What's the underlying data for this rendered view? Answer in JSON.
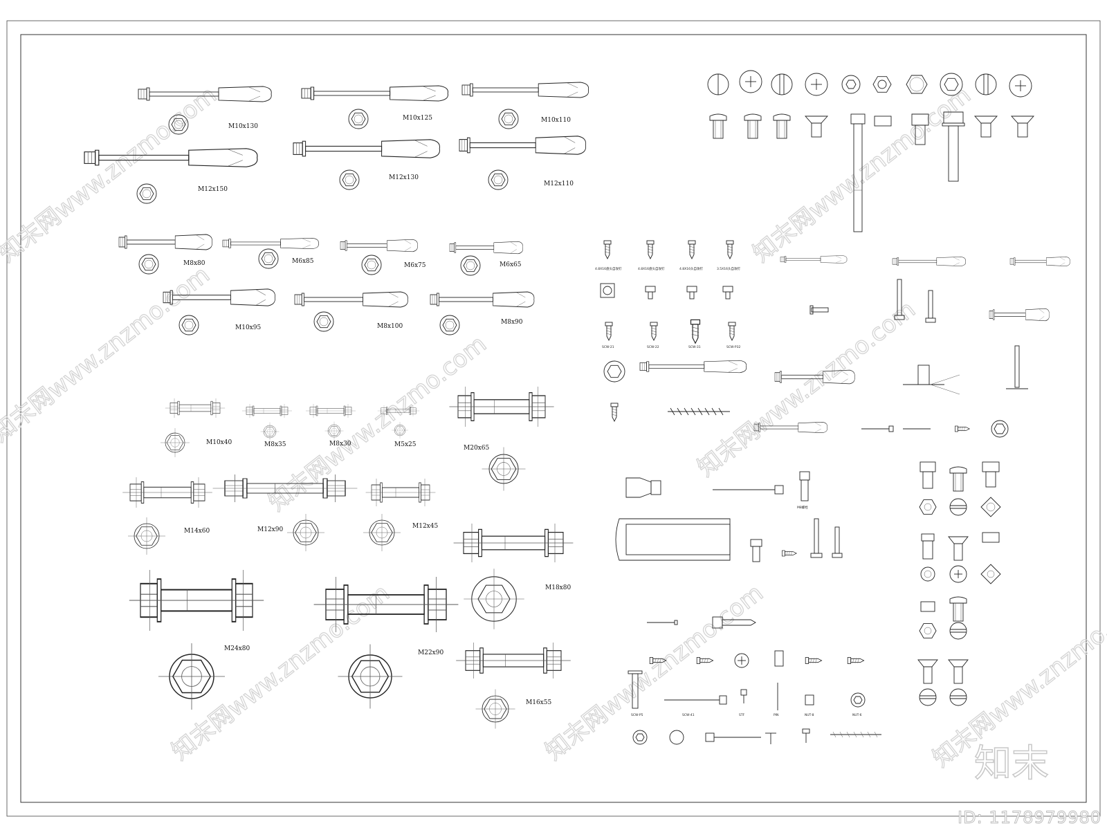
{
  "logo": "知末",
  "image_id": "ID: 1178979980",
  "watermark": "知末网www.znzmo.com",
  "anchor_bolts": [
    {
      "label": "M10x130"
    },
    {
      "label": "M10x125"
    },
    {
      "label": "M10x110"
    },
    {
      "label": "M12x150"
    },
    {
      "label": "M12x130"
    },
    {
      "label": "M12x110"
    },
    {
      "label": "M8x80"
    },
    {
      "label": "M6x85"
    },
    {
      "label": "M6x75"
    },
    {
      "label": "M6x65"
    },
    {
      "label": "M10x95"
    },
    {
      "label": "M8x100"
    },
    {
      "label": "M8x90"
    }
  ],
  "hex_bolts": [
    {
      "label": "M10x40"
    },
    {
      "label": "M8x35"
    },
    {
      "label": "M8x30"
    },
    {
      "label": "M5x25"
    },
    {
      "label": "M20x65"
    },
    {
      "label": "M14x60"
    },
    {
      "label": "M12x90"
    },
    {
      "label": "M12x45"
    },
    {
      "label": "M18x80"
    },
    {
      "label": "M24x80"
    },
    {
      "label": "M22x90"
    },
    {
      "label": "M16x55"
    }
  ],
  "small_labels": [
    "SCW-21",
    "SCW-22",
    "SCW-31",
    "SCW-P32",
    "M8螺栓",
    "SCW-P5",
    "SCW-41",
    "STF",
    "PIN",
    "NUT-8",
    "NUT-6"
  ]
}
